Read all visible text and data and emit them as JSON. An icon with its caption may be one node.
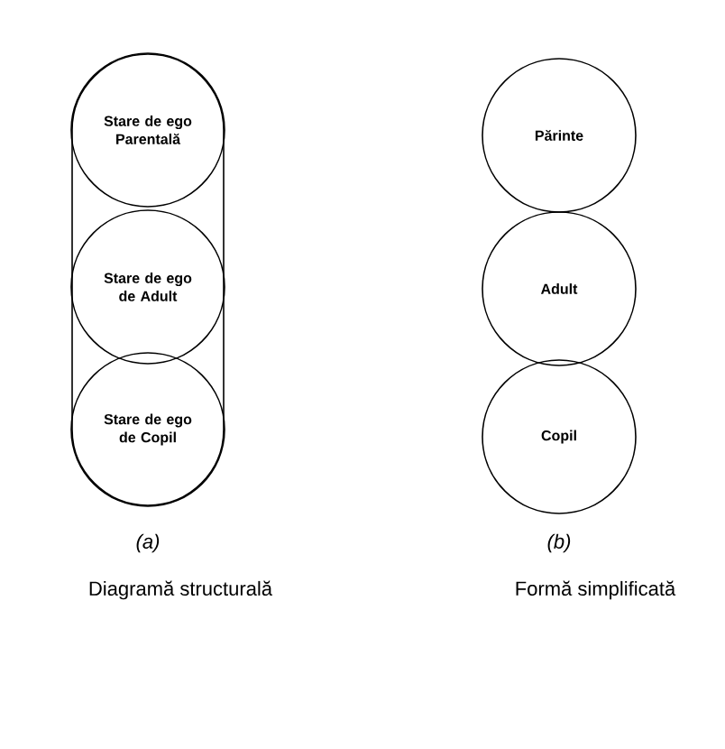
{
  "diagram": {
    "nodes": [
      {
        "text": [
          "Stare de ego Parentală"
        ]
      },
      {
        "text": [
          "Stare de ego de Adult"
        ]
      },
      {
        "text": [
          "Stare de ego de Copil"
        ]
      },
      {
        "text": [
          "Părinte"
        ]
      },
      {
        "text": [
          "Adult"
        ]
      },
      {
        "text": [
          "Copil"
        ]
      }
    ],
    "labels": [
      "(a)",
      "(b)",
      "Diagramă structurală",
      "Formă simplificată"
    ]
  }
}
